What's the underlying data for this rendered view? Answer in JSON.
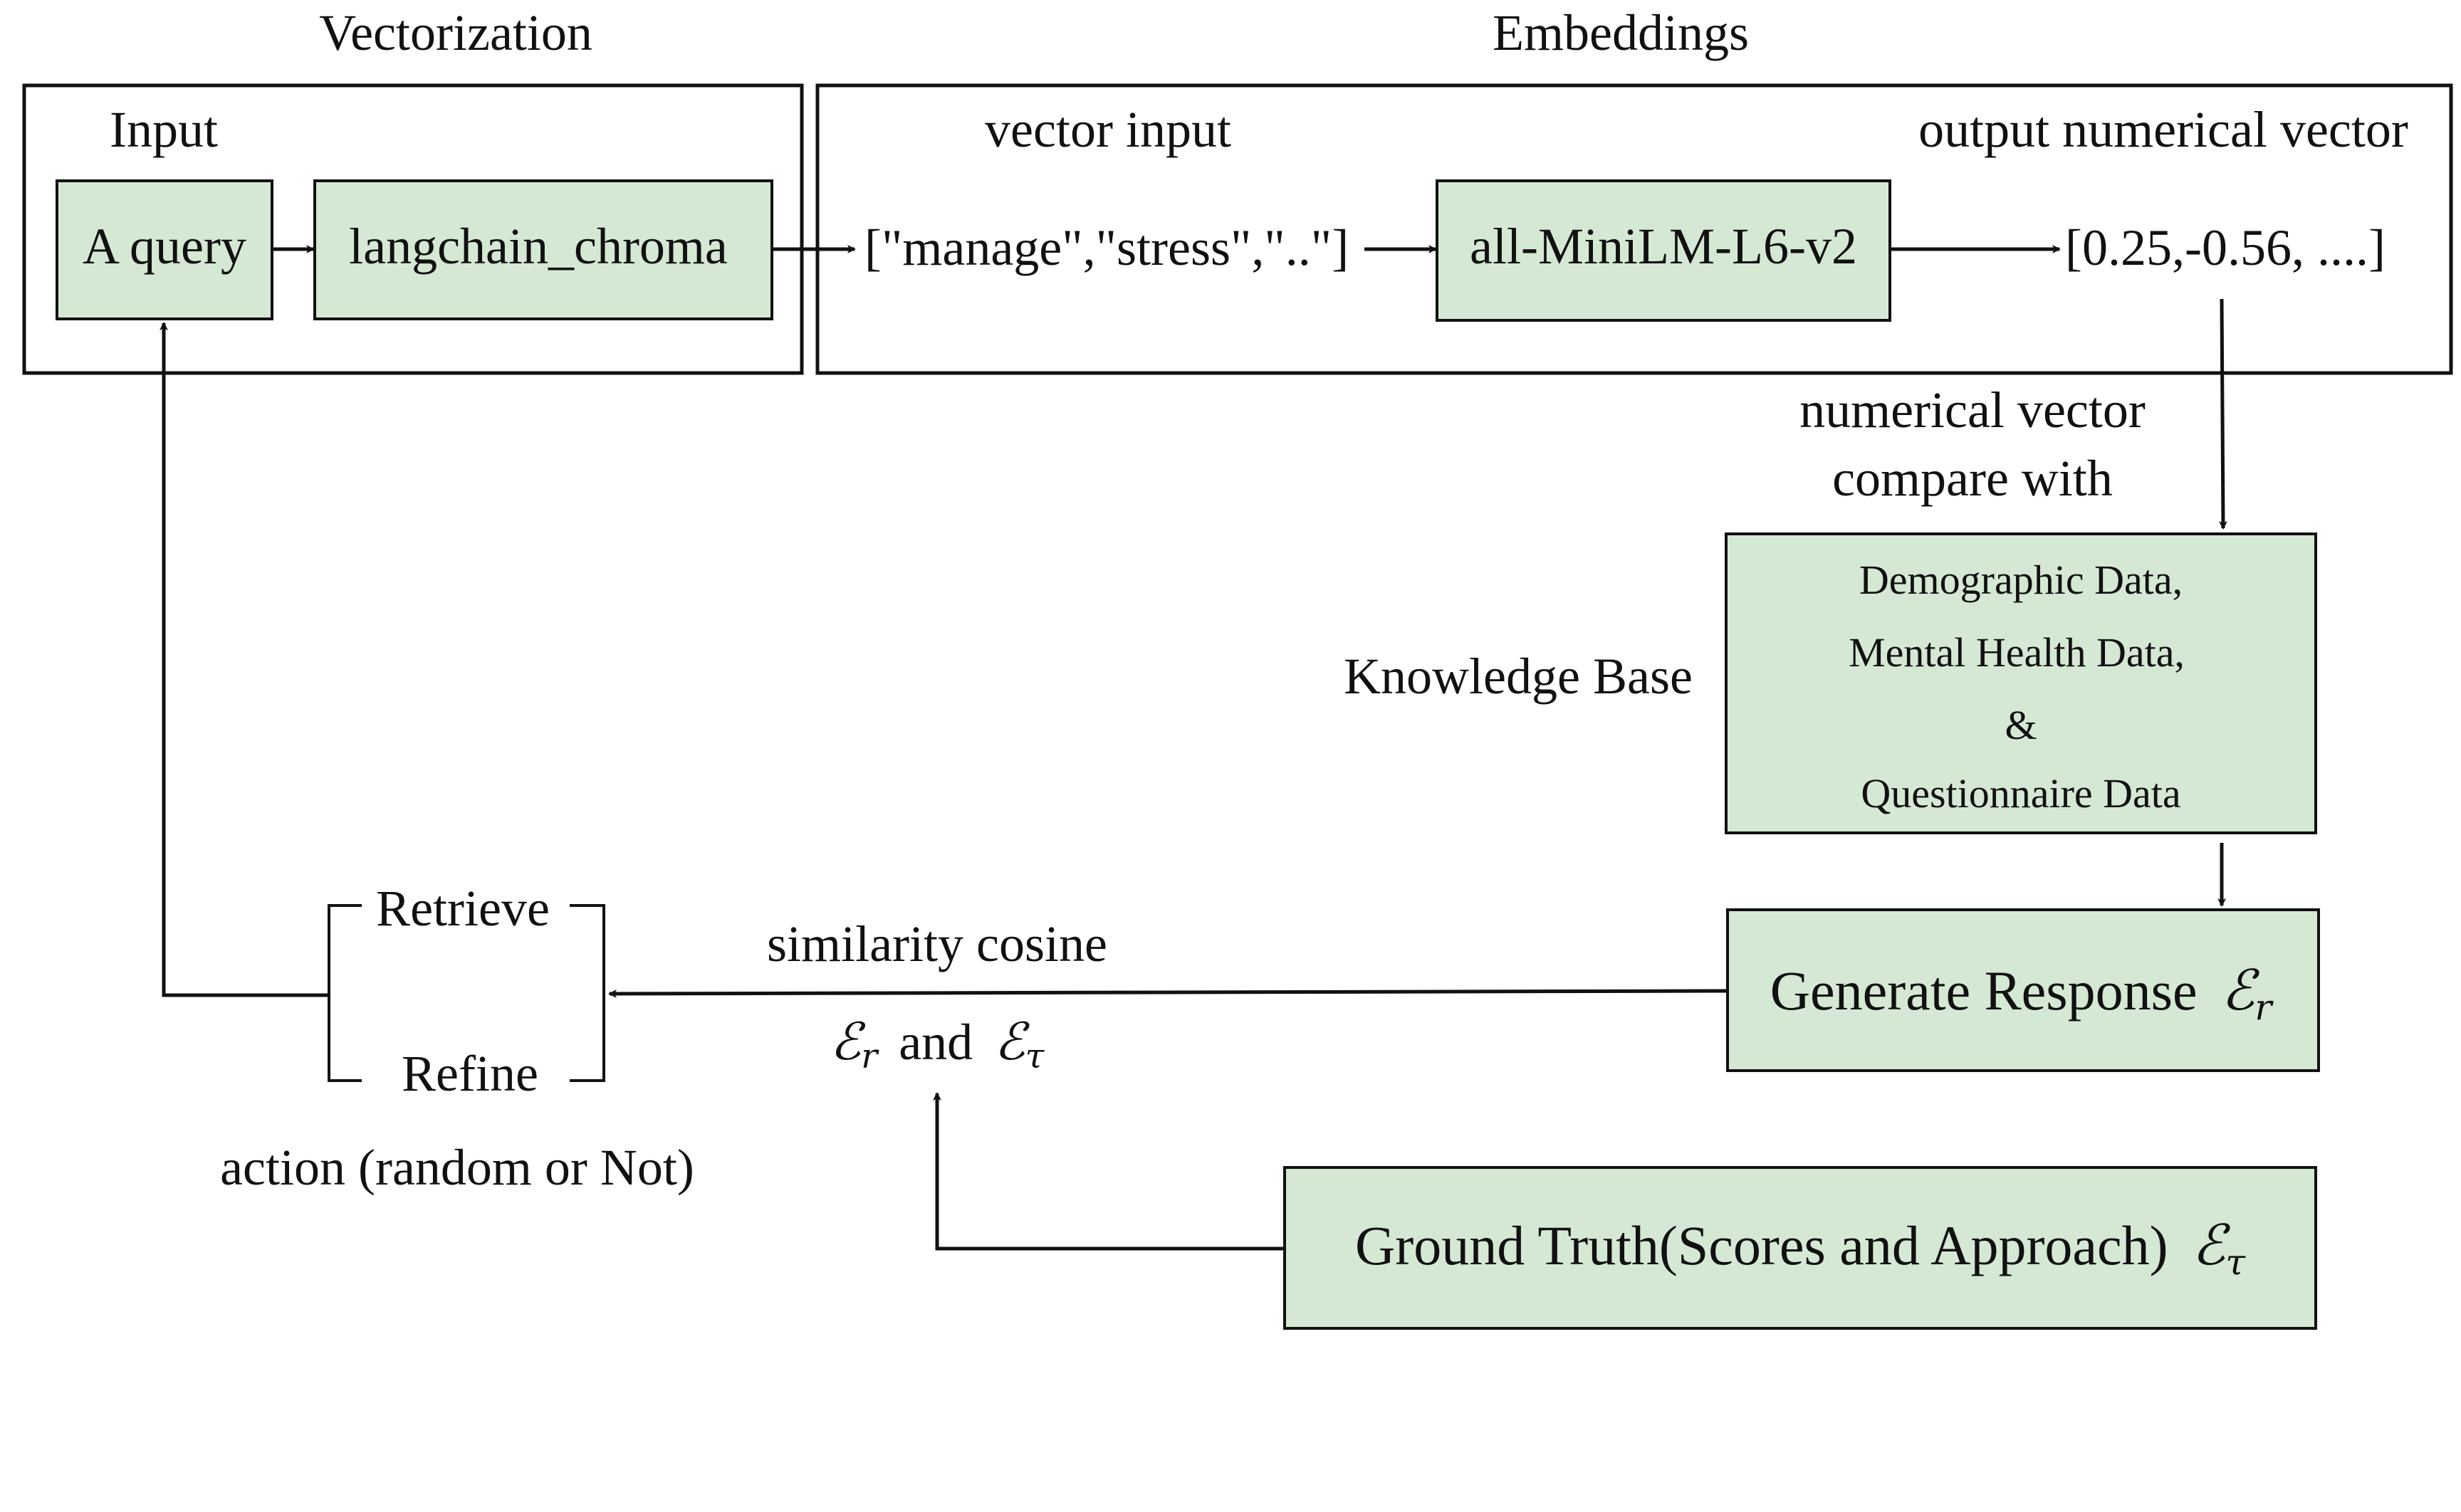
{
  "colors": {
    "box_fill": "#d5e8d4",
    "stroke": "#111111",
    "background": "#ffffff"
  },
  "sections": {
    "vectorization": "Vectorization",
    "embeddings": "Embeddings"
  },
  "labels": {
    "input": "Input",
    "vector_input": "vector input",
    "output_vector": "output numerical vector",
    "compare_line1": "numerical vector",
    "compare_line2": "compare with",
    "knowledge_base": "Knowledge Base",
    "similarity": "similarity cosine",
    "similarity_and": "and",
    "action": "action (random or Not)",
    "retrieve": "Retrieve",
    "refine": "Refine"
  },
  "nodes": {
    "query": "A query",
    "langchain": "langchain_chroma",
    "tokens": "[\"manage\",\"stress\",\"..\"]",
    "model": "all-MiniLM-L6-v2",
    "vector": "[0.25,-0.56, ....]",
    "kb_lines": [
      "Demographic Data,",
      "Mental Health Data,",
      "&",
      "Questionnaire Data"
    ],
    "generate": "Generate Response",
    "ground_truth": "Ground Truth(Scores and Approach)"
  },
  "math": {
    "script_e": "ℰ",
    "sub_r": "r",
    "sub_tau": "τ"
  }
}
